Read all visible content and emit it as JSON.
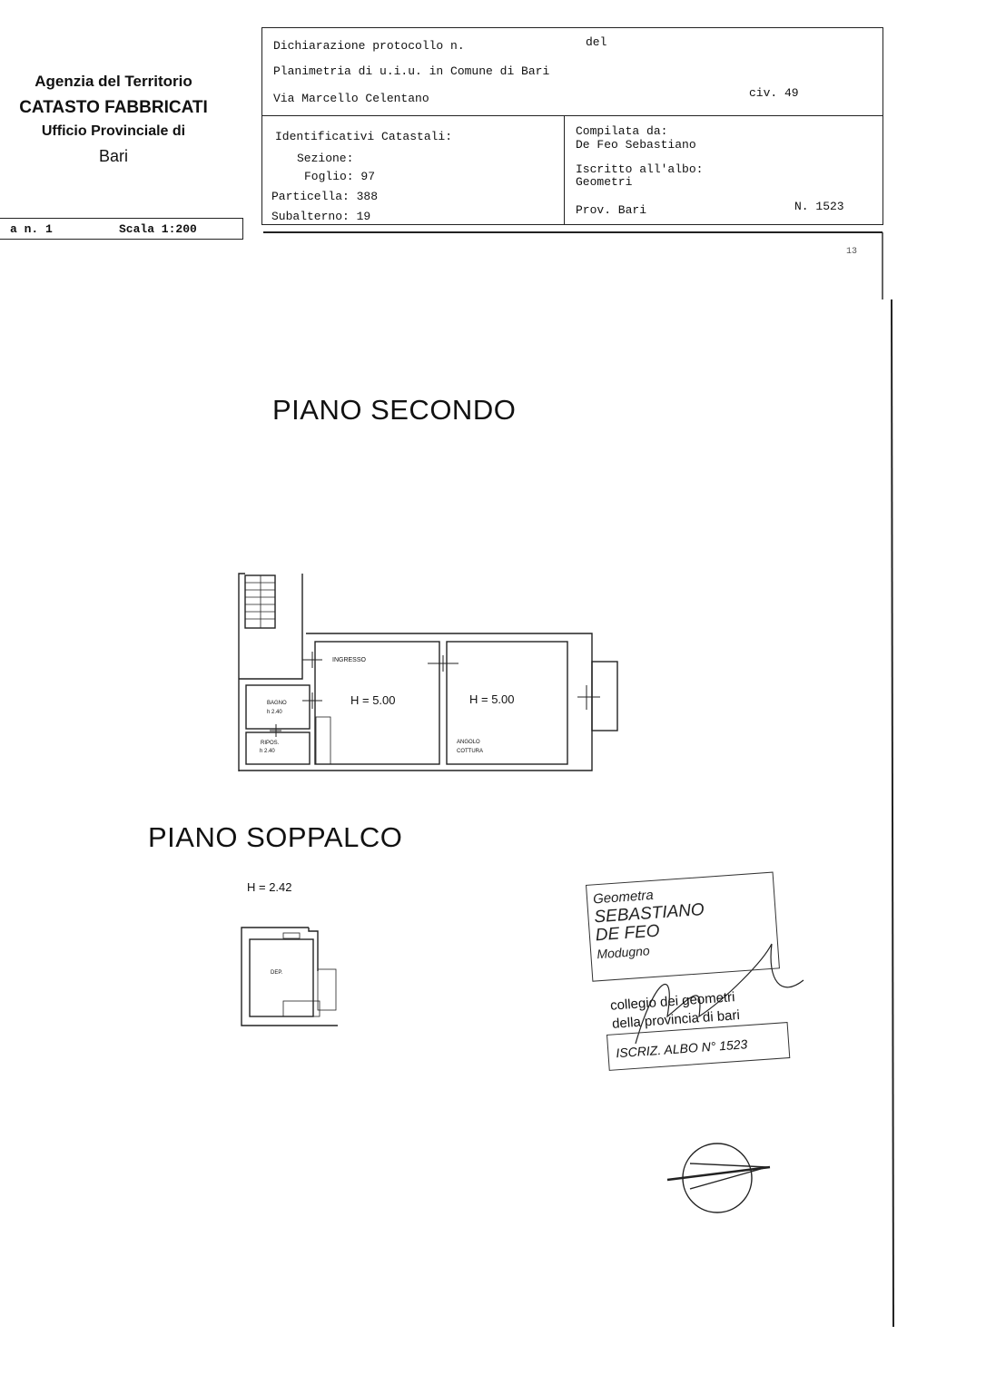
{
  "agency": {
    "line1": "Agenzia del Territorio",
    "line2": "CATASTO FABBRICATI",
    "line3": "Ufficio Provinciale di",
    "line4": "Bari"
  },
  "sheet": {
    "number": "a n. 1",
    "scale": "Scala 1:200"
  },
  "header": {
    "declaration": "Dichiarazione protocollo n.",
    "del": "del",
    "plan": "Planimetria di u.i.u. in Comune di Bari",
    "street": "Via Marcello Celentano",
    "civ": "civ. 49"
  },
  "identifiers": {
    "title": "Identificativi Catastali:",
    "sezione": "Sezione:",
    "foglio": "Foglio: 97",
    "particella": "Particella: 388",
    "subalterno": "Subalterno: 19"
  },
  "compiler": {
    "label": "Compilata da:",
    "name": "De Feo Sebastiano",
    "albo_label": "Iscritto all'albo:",
    "albo": "Geometri",
    "prov": "Prov. Bari",
    "number": "N. 1523"
  },
  "page_mark": "13",
  "floors": {
    "secondo": {
      "title": "PIANO SECONDO",
      "ingresso": "INGRESSO",
      "h1": "H = 5.00",
      "h2": "H = 5.00",
      "bagno": "BAGNO",
      "bagno_h": "h 2.40",
      "ripos": "RIPOS.",
      "ripos_h": "h 2.40",
      "angolo1": "ANGOLO",
      "angolo2": "COTTURA"
    },
    "soppalco": {
      "title": "PIANO SOPPALCO",
      "height": "H = 2.42",
      "dep": "DEP."
    }
  },
  "stamp": {
    "line1": "Geometra",
    "line2": "SEBASTIANO",
    "line3": "DE FEO",
    "line4": "Modugno",
    "line5": "collegio dei geometri",
    "line6": "della provincia di bari",
    "albo": "ISCRIZ. ALBO N° 1523"
  }
}
